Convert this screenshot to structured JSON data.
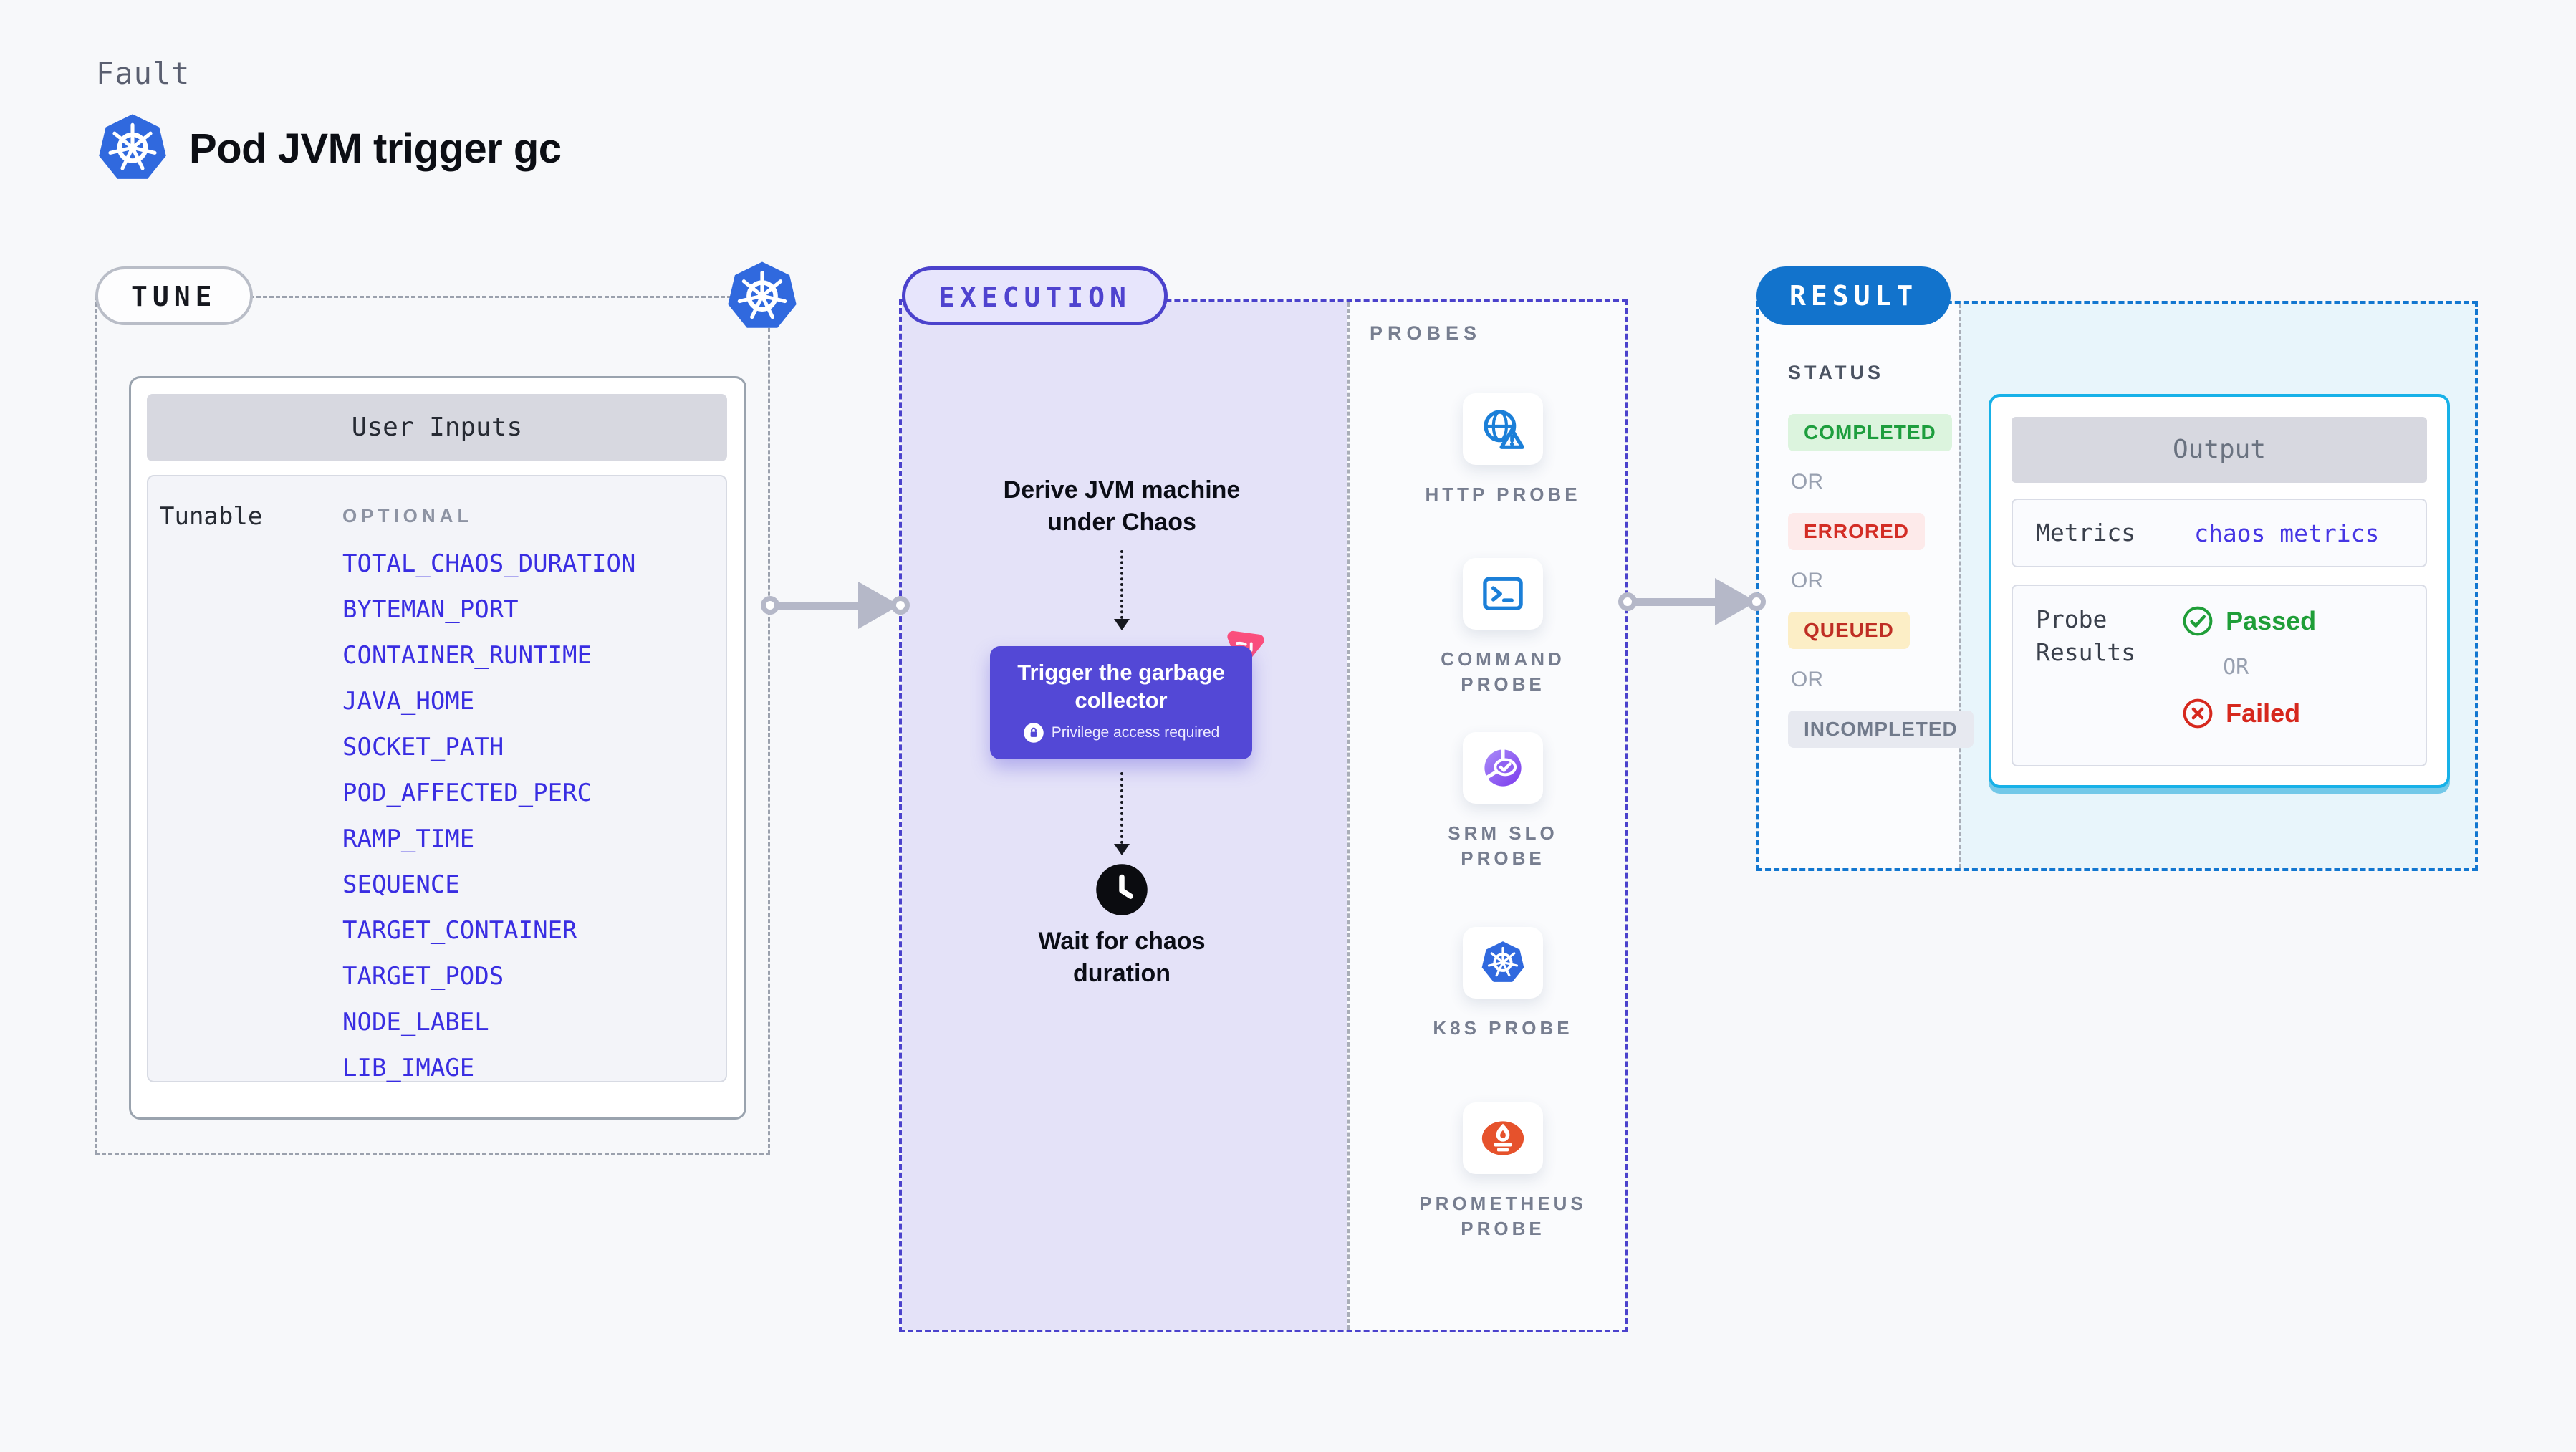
{
  "header": {
    "kicker": "Fault",
    "title": "Pod JVM trigger gc"
  },
  "tune": {
    "badge": "TUNE",
    "card_header": "User Inputs",
    "row_label": "Tunable",
    "optional_label": "OPTIONAL",
    "params": [
      "TOTAL_CHAOS_DURATION",
      "BYTEMAN_PORT",
      "CONTAINER_RUNTIME",
      "JAVA_HOME",
      "SOCKET_PATH",
      "POD_AFFECTED_PERC",
      "RAMP_TIME",
      "SEQUENCE",
      "TARGET_CONTAINER",
      "TARGET_PODS",
      "NODE_LABEL",
      "LIB_IMAGE"
    ]
  },
  "execution": {
    "badge": "EXECUTION",
    "derive_step": "Derive JVM machine\nunder Chaos",
    "action_label": "Trigger the garbage\ncollector",
    "privilege_note": "Privilege access required",
    "wait_step": "Wait for chaos\nduration"
  },
  "probes": {
    "label": "PROBES",
    "items": [
      {
        "icon": "http-probe-icon",
        "label": "HTTP PROBE"
      },
      {
        "icon": "command-probe-icon",
        "label": "COMMAND\nPROBE"
      },
      {
        "icon": "srm-slo-probe-icon",
        "label": "SRM SLO\nPROBE"
      },
      {
        "icon": "k8s-probe-icon",
        "label": "K8S PROBE"
      },
      {
        "icon": "prometheus-probe-icon",
        "label": "PROMETHEUS\nPROBE"
      }
    ]
  },
  "result": {
    "badge": "RESULT",
    "status_label": "STATUS",
    "or_label": "OR",
    "statuses": [
      {
        "label": "COMPLETED",
        "fg": "#1e9e3e",
        "bg": "#dcf4de"
      },
      {
        "label": "ERRORED",
        "fg": "#d32d25",
        "bg": "#fdeaea"
      },
      {
        "label": "QUEUED",
        "fg": "#bf2e24",
        "bg": "#fceec6"
      },
      {
        "label": "INCOMPLETED",
        "fg": "#717a8b",
        "bg": "#e7e9f0"
      }
    ],
    "output": {
      "header": "Output",
      "metrics_label": "Metrics",
      "metrics_value": "chaos metrics",
      "probe_results_label": "Probe\nResults",
      "passed_label": "Passed",
      "or_label": "OR",
      "failed_label": "Failed"
    }
  },
  "colors": {
    "accent_indigo": "#4b42cc",
    "accent_blue": "#1273cc",
    "accent_cyan": "#17b1e8",
    "param_link": "#392de2",
    "action_button": "#5348d6",
    "chaos_pink": "#fb4f7d",
    "passed_green": "#1f9e38",
    "failed_red": "#d6281e",
    "lavender_fill": "#e4e2f8",
    "result_fill": "#e8f5fb"
  }
}
